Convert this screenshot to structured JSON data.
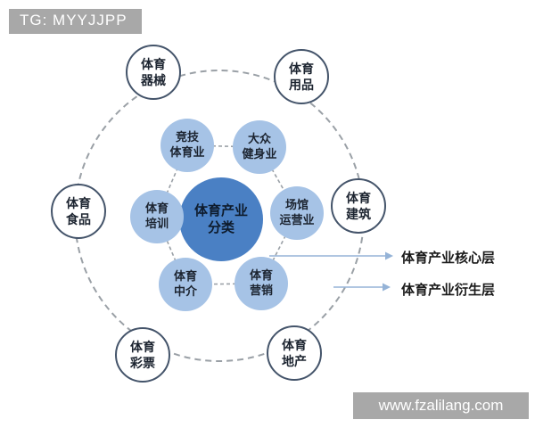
{
  "badge": {
    "text": "TG: MYYJJPP"
  },
  "watermark": {
    "text": "www.fzalilang.com"
  },
  "center": {
    "lines": [
      "体育产业",
      "分类"
    ]
  },
  "inner_nodes": [
    {
      "id": "competitive-sports",
      "lines": [
        "竞技",
        "体育业"
      ]
    },
    {
      "id": "mass-fitness",
      "lines": [
        "大众",
        "健身业"
      ]
    },
    {
      "id": "venue-operation",
      "lines": [
        "场馆",
        "运营业"
      ]
    },
    {
      "id": "sports-marketing",
      "lines": [
        "体育",
        "营销"
      ]
    },
    {
      "id": "sports-agency",
      "lines": [
        "体育",
        "中介"
      ]
    },
    {
      "id": "sports-training",
      "lines": [
        "体育",
        "培训"
      ]
    }
  ],
  "outer_nodes": [
    {
      "id": "sports-apparatus",
      "lines": [
        "体育",
        "器械"
      ]
    },
    {
      "id": "sporting-goods",
      "lines": [
        "体育",
        "用品"
      ]
    },
    {
      "id": "sports-construction",
      "lines": [
        "体育",
        "建筑"
      ]
    },
    {
      "id": "sports-realestate",
      "lines": [
        "体育",
        "地产"
      ]
    },
    {
      "id": "sports-lottery",
      "lines": [
        "体育",
        "彩票"
      ]
    },
    {
      "id": "sports-food",
      "lines": [
        "体育",
        "食品"
      ]
    }
  ],
  "legend": {
    "core_label": "体育产业核心层",
    "derived_label": "体育产业衍生层"
  },
  "colors": {
    "center_fill": "#4a80c4",
    "center_text": "#0e1b2c",
    "inner_fill": "#a6c3e6",
    "outer_border": "#44546a",
    "node_text": "#1c2430",
    "arrow": "#95b3d7",
    "dashed_ring": "#9aa0a6",
    "badge_bg": "#a8a8a8",
    "legend_text": "#1a1a1a"
  }
}
